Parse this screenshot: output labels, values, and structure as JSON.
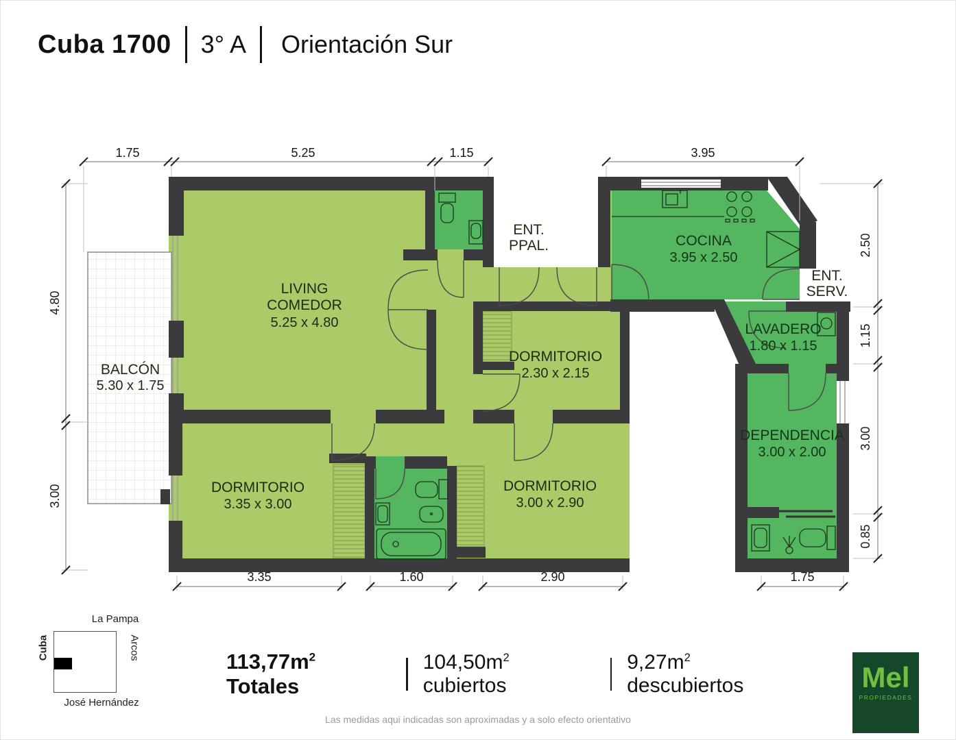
{
  "title": {
    "address": "Cuba 1700",
    "unit": "3° A",
    "orientation": "Orientación Sur"
  },
  "rooms": {
    "living": {
      "name": "LIVING",
      "name2": "COMEDOR",
      "size": "5.25 x 4.80"
    },
    "balcon": {
      "name": "BALCÓN",
      "size": "5.30 x 1.75"
    },
    "cocina": {
      "name": "COCINA",
      "size": "3.95 x 2.50"
    },
    "ent_ppal": {
      "line1": "ENT.",
      "line2": "PPAL."
    },
    "ent_serv": {
      "line1": "ENT.",
      "line2": "SERV."
    },
    "lavadero": {
      "name": "LAVADERO",
      "size": "1.80 x 1.15"
    },
    "dependencia": {
      "name": "DEPENDENCIA",
      "size": "3.00 x 2.00"
    },
    "dorm_medio": {
      "name": "DORMITORIO",
      "size": "2.30 x 2.15"
    },
    "dorm_izq": {
      "name": "DORMITORIO",
      "size": "3.35 x 3.00"
    },
    "dorm_der": {
      "name": "DORMITORIO",
      "size": "3.00 x 2.90"
    }
  },
  "dims": {
    "balcony_w": "1.75",
    "living_w": "5.25",
    "bath_w": "1.15",
    "kitchen_w": "3.95",
    "left_upper": "4.80",
    "left_lower": "3.00",
    "right_1": "2.50",
    "right_2": "1.15",
    "right_3": "3.00",
    "right_4": "0.85",
    "bottom_1": "3.35",
    "bottom_2": "1.60",
    "bottom_3": "2.90",
    "bottom_4": "1.75"
  },
  "map": {
    "top": "La Pampa",
    "left": "Cuba",
    "right": "Arcos",
    "bottom": "José Hernández"
  },
  "totals": {
    "total_value": "113,77m",
    "total_sup": "2",
    "total_label": " Totales",
    "covered_value": "104,50m",
    "covered_sup": "2",
    "covered_label": " cubiertos",
    "uncovered_value": "9,27m",
    "uncovered_sup": "2",
    "uncovered_label": " descubiertos"
  },
  "disclaimer": "Las medidas aqui indicadas son aproximadas y a solo efecto orientativo",
  "logo": {
    "name": "Mel",
    "subtitle": "PROPIEDADES"
  },
  "colors": {
    "room_light": "#abcb68",
    "room_dark": "#54b65e",
    "wall": "#3b3b3d",
    "logo_bg": "#15482a",
    "logo_green": "#72c041"
  }
}
